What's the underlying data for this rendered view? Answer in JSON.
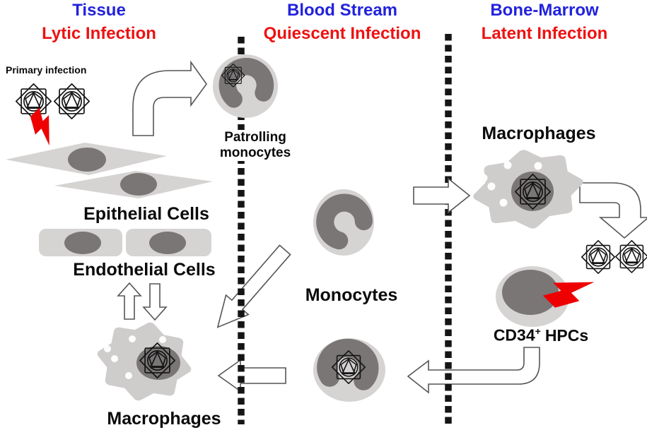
{
  "figure_type": "scientific-diagram",
  "columns": [
    {
      "title": "Tissue",
      "subtitle": "Lytic Infection"
    },
    {
      "title": "Blood Stream",
      "subtitle": "Quiescent Infection"
    },
    {
      "title": "Bone-Marrow",
      "subtitle": "Latent Infection"
    }
  ],
  "labels": {
    "primary_infection": "Primary infection",
    "patrolling_monocytes": {
      "line1": "Patrolling",
      "line2": "monocytes"
    },
    "epithelial_cells": "Epithelial Cells",
    "endothelial_cells": "Endothelial Cells",
    "monocytes": "Monocytes",
    "macrophages_tissue": "Macrophages",
    "macrophages_bone_marrow": "Macrophages",
    "cd34_hpcs": {
      "base": "CD34",
      "sup": "+",
      "suffix": "HPCs"
    }
  },
  "colors": {
    "column_title": "#2222dd",
    "infection_subtitle": "#ee1111",
    "cell_body": "#d6d3d3",
    "cell_nucleus": "#7b7676",
    "macrophage_body": "#cfcccc",
    "lightning_bolt": "#ee0000",
    "dotted_line": "#151515",
    "arrow_outline": "#555555",
    "virus_outline": "#141414"
  },
  "icons": {
    "virus": "virus-capsid-icon",
    "lightning": "lightning-bolt-icon",
    "dotted_barrier": "dashed-compartment-divider"
  }
}
